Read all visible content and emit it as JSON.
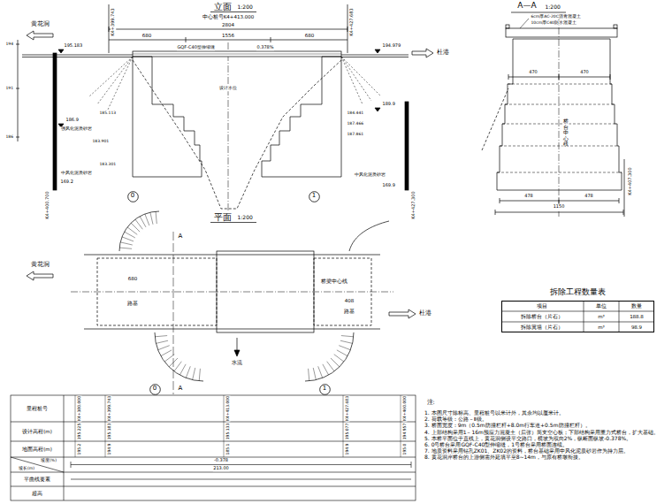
{
  "diagram": {
    "nodes": [
      {
        "text": [
          "拆除工程数量表"
        ]
      },
      {
        "text": [
          "0"
        ]
      },
      {
        "text": [
          "1"
        ]
      },
      {
        "text": [
          "0"
        ]
      },
      {
        "text": [
          "1"
        ]
      }
    ],
    "labels": [
      "立面",
      "1:200",
      "中心桩号K4+413.000",
      "2804",
      "680",
      "1556",
      "680",
      "GQF-C40型伸缩缝",
      "0.378%",
      "黄花洞",
      "杜港",
      "195.183",
      "194.979",
      "K4+399.743",
      "K4+427.683",
      "186.9",
      "强风化泥质砂岩",
      "中风化泥质砂岩",
      "169.2",
      "189.9",
      "中风化泥质砂岩",
      "169.9",
      "K4+400.700",
      "K4+427.300",
      "185.113",
      "183.901",
      "183.301",
      "184.441",
      "187.466",
      "187.861",
      "设计水位",
      "194",
      "191",
      "186",
      "平面",
      "1:200",
      "黄花洞",
      "杜港",
      "680",
      "路基",
      "桥梁中心线",
      "408",
      "路基",
      "水流",
      "A",
      "A",
      "A—A",
      "1:200",
      "6cm厚AC-20C沥青混凝土",
      "10cm厚C40防水混凝土",
      "470",
      "470",
      "478",
      "478",
      "1150",
      "K4+407.300",
      "桥台中心线",
      "项目",
      "单位",
      "数量",
      "拆除桥台（片石）",
      "m³",
      "188.8",
      "拆除翼墙（片石）",
      "m³",
      "98.9",
      "里程桩号",
      "设计高程(m)",
      "地面高程(m)",
      "坡度(%)",
      "坡长(m)",
      "平曲线要素",
      "超高",
      "K4+380.000",
      "K4+399.743",
      "K4+413.000",
      "K4+427.683",
      "K4+460.000",
      "195.225",
      "195.183",
      "195.133",
      "195.077",
      "194.957",
      "195.2",
      "194.9",
      "185.1",
      "194.9",
      "195.0",
      "-0.378",
      "213.00",
      "注:",
      "1. 本图尺寸除标高、里程桩号以米计外，其余均以厘米计。",
      "2. 荷载等级：公路－Ⅱ级。",
      "3. 桥面宽度：9m（0.5m防撞栏杆+8.0m行车道+0.5m防撞栏杆）。",
      "4. 上部结构采用1－16m预应力混凝土（后张）简支空心板；下部结构采用重力式桥台，扩大基础。",
      "5. 本桥平面位于直线上，黄花洞侧设平交路口，横坡为双向2%，纵断面纵坡-0.378%。",
      "6. 0号桥台采用GQF-C40型伸缩缝，1号桥台采用桥面连续。",
      "7. 地质资料采用钻孔ZK01、ZK02的资料，桥台基础采用中风化泥质砂岩作为持力层。",
      "8. 黄花洞岸桥台的上游侧需外延填平至8~14m，与原有桥墩衔接。"
    ]
  }
}
